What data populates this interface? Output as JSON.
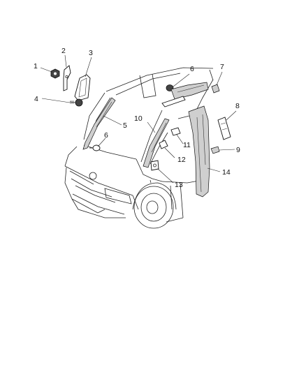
{
  "callouts": [
    {
      "id": "1",
      "label": "1"
    },
    {
      "id": "2",
      "label": "2"
    },
    {
      "id": "3",
      "label": "3"
    },
    {
      "id": "4",
      "label": "4"
    },
    {
      "id": "5",
      "label": "5"
    },
    {
      "id": "6a",
      "label": "6"
    },
    {
      "id": "6b",
      "label": "6"
    },
    {
      "id": "7",
      "label": "7"
    },
    {
      "id": "8",
      "label": "8"
    },
    {
      "id": "9",
      "label": "9"
    },
    {
      "id": "10",
      "label": "10"
    },
    {
      "id": "11",
      "label": "11"
    },
    {
      "id": "12",
      "label": "12"
    },
    {
      "id": "13",
      "label": "13"
    },
    {
      "id": "14",
      "label": "14"
    }
  ]
}
